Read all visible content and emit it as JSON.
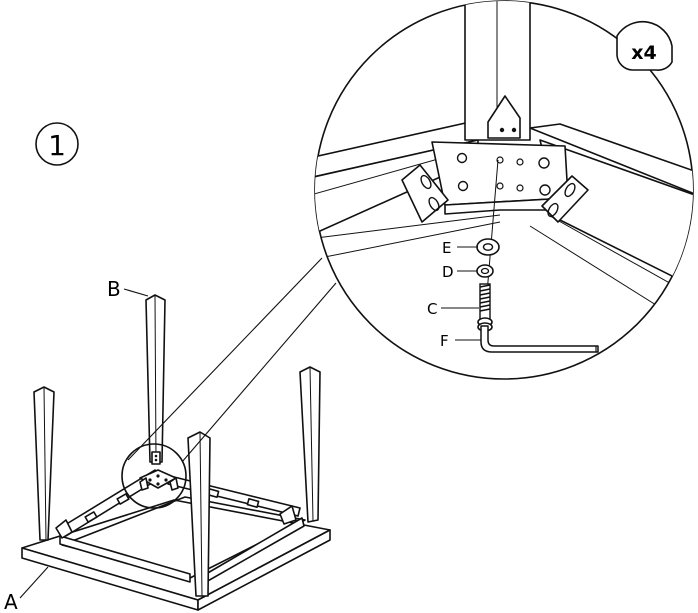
{
  "step": {
    "number": "1"
  },
  "detail": {
    "quantity": "x4"
  },
  "parts": {
    "A": "A",
    "B": "B",
    "C": "C",
    "D": "D",
    "E": "E",
    "F": "F"
  },
  "icons": [
    "table-frame-illustration",
    "corner-bracket-detail",
    "allen-key-icon",
    "bolt-icon",
    "washer-icon"
  ],
  "colors": {
    "line": "#111111",
    "background": "#ffffff"
  }
}
